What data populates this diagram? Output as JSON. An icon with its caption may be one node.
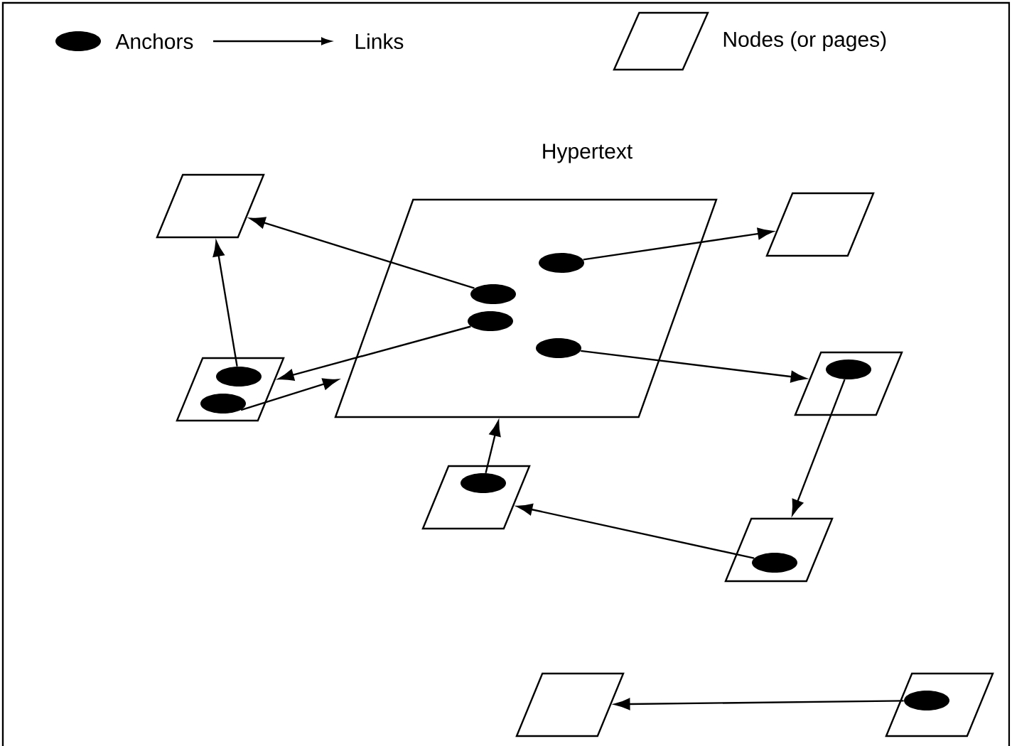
{
  "diagram": {
    "nodes": [
      {
        "text": [],
        "shape": "parallelogram"
      },
      {
        "text": [
          "Hypertext"
        ]
      },
      {
        "text": [],
        "shape": "ellipse",
        "in": 1
      },
      {
        "text": [],
        "shape": "ellipse",
        "in": 1
      },
      {
        "text": [],
        "shape": "ellipse",
        "in": 1
      },
      {
        "text": [],
        "shape": "ellipse",
        "in": 1
      },
      {
        "text": [],
        "shape": "parallelogram"
      },
      {
        "text": [],
        "shape": "parallelogram"
      },
      {
        "text": [],
        "shape": "ellipse",
        "in": 7
      },
      {
        "text": [],
        "shape": "ellipse",
        "in": 7
      },
      {
        "text": [],
        "shape": "parallelogram"
      },
      {
        "text": [],
        "shape": "ellipse",
        "in": 10
      },
      {
        "text": [],
        "shape": "parallelogram"
      },
      {
        "text": [],
        "shape": "ellipse",
        "in": 12
      },
      {
        "text": [],
        "shape": "parallelogram"
      },
      {
        "text": [],
        "shape": "ellipse",
        "in": 14
      },
      {
        "text": [],
        "shape": "parallelogram"
      },
      {
        "text": [],
        "shape": "parallelogram"
      },
      {
        "text": [],
        "shape": "ellipse",
        "in": 17
      }
    ],
    "edges": [
      {
        "from": 2,
        "to": 6,
        "arrow": "to"
      },
      {
        "from": 3,
        "to": 0,
        "arrow": "to"
      },
      {
        "from": 8,
        "to": 0,
        "arrow": "to"
      },
      {
        "from": 4,
        "to": 7,
        "arrow": "to"
      },
      {
        "from": 9,
        "to": 1,
        "arrow": "to"
      },
      {
        "from": 5,
        "to": 10,
        "arrow": "to"
      },
      {
        "from": 11,
        "to": 14,
        "arrow": "to"
      },
      {
        "from": 15,
        "to": 12,
        "arrow": "to"
      },
      {
        "from": 13,
        "to": 1,
        "arrow": "to"
      },
      {
        "from": 18,
        "to": 16,
        "arrow": "to"
      }
    ],
    "legend": [
      {
        "text": "Anchors"
      },
      {
        "text": "Links"
      },
      {
        "text": "Nodes (or pages)"
      }
    ]
  }
}
